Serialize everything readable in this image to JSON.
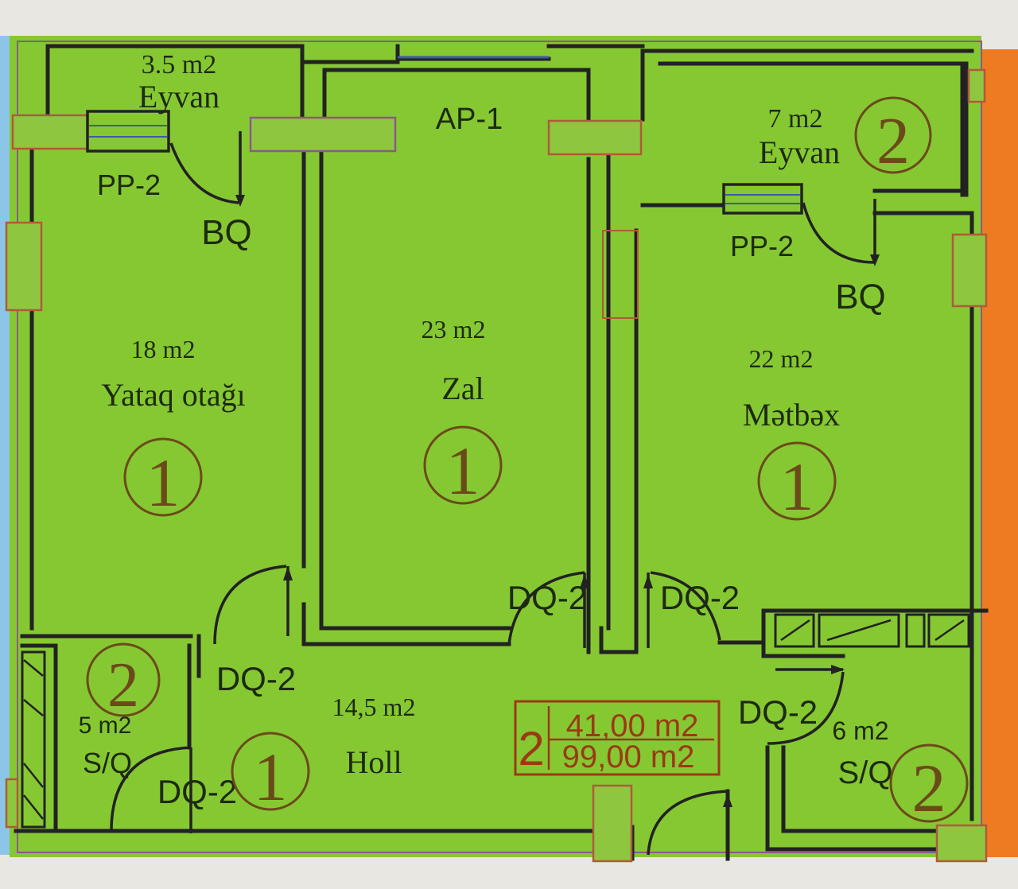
{
  "colors": {
    "floor": "#86c832",
    "wall": "#222222",
    "left_strip": "#8bc6e8",
    "right_strip": "#ee7a22",
    "annotation_red": "#9a3a14",
    "circle_brown": "#6b4a1a",
    "paper": "#e9e7e2"
  },
  "rooms": {
    "balcony_left": {
      "area": "3.5 m2",
      "name": "Eyvan"
    },
    "bedroom": {
      "area": "18 m2",
      "name": "Yataq otağı",
      "number": "1"
    },
    "living": {
      "area": "23 m2",
      "name": "Zal",
      "number": "1"
    },
    "kitchen": {
      "area": "22 m2",
      "name": "Mətbəx",
      "number": "1"
    },
    "balcony_right": {
      "area": "7 m2",
      "name": "Eyvan",
      "number": "2"
    },
    "hall": {
      "area": "14,5 m2",
      "name": "Holl",
      "number": "1"
    },
    "bath_left": {
      "area": "5 m2",
      "name": "S/Q",
      "number": "2"
    },
    "bath_right": {
      "area": "6 m2",
      "name": "S/Q",
      "number": "2"
    }
  },
  "labels": {
    "ap": "AP-1",
    "pp_left": "PP-2",
    "bq_left": "BQ",
    "pp_right": "PP-2",
    "bq_right": "BQ",
    "dq_living_left": "DQ-2",
    "dq_kitchen": "DQ-2",
    "dq_bedroom": "DQ-2",
    "dq_bath_left": "DQ-2",
    "dq_bath_right": "DQ-2"
  },
  "summary": {
    "rooms": "2",
    "living_area": "41,00 m2",
    "total_area": "99,00 m2"
  }
}
